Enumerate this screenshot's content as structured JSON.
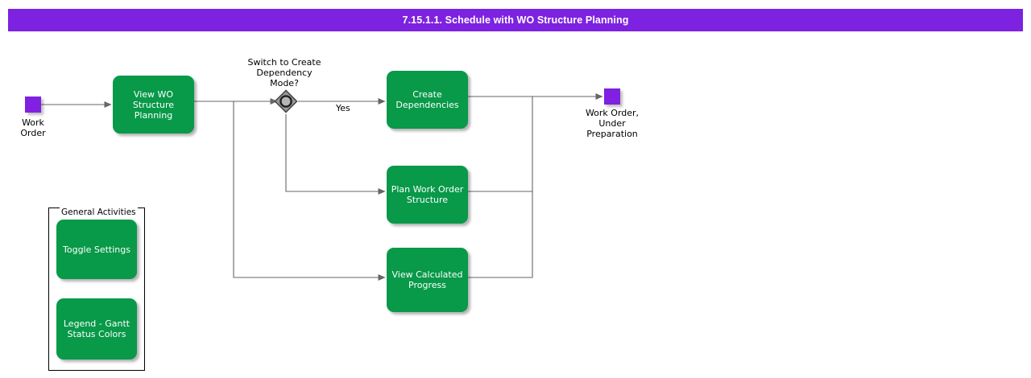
{
  "header": {
    "title": "7.15.1.1. Schedule with WO Structure Planning",
    "background_color": "#7d22e0",
    "text_color": "#ffffff"
  },
  "palette": {
    "task_green": "#089949",
    "event_purple": "#8020e0",
    "gateway_gray": "#999999",
    "gateway_border": "#333333",
    "connector": "#666666",
    "text_dark": "#000000",
    "text_light": "#ffffff",
    "canvas": "#ffffff"
  },
  "diagram": {
    "type": "bpmn-process-flow",
    "start_event": {
      "name": "start-event",
      "caption": "Work\nOrder",
      "shape": "square",
      "color": "#8020e0"
    },
    "end_event": {
      "name": "end-event",
      "caption": "Work Order,\nUnder\nPreparation",
      "shape": "square",
      "color": "#8020e0"
    },
    "gateway": {
      "name": "event-based-gateway",
      "question": "Switch to Create\nDependency\nMode?",
      "shape": "diamond-with-circle"
    },
    "edge_labels": [
      {
        "id": "yes",
        "text": "Yes"
      }
    ],
    "tasks": [
      {
        "id": "view-wo-structure-planning",
        "label": "View WO\nStructure\nPlanning"
      },
      {
        "id": "create-dependencies",
        "label": "Create\nDependencies"
      },
      {
        "id": "plan-work-order-structure",
        "label": "Plan Work Order\nStructure"
      },
      {
        "id": "view-calculated-progress",
        "label": "View Calculated\nProgress"
      }
    ],
    "group": {
      "id": "general-activities",
      "title": "General Activities",
      "tasks": [
        {
          "id": "toggle-settings",
          "label": "Toggle Settings"
        },
        {
          "id": "legend-gantt-status-colors",
          "label": "Legend - Gantt\nStatus Colors"
        }
      ]
    }
  }
}
